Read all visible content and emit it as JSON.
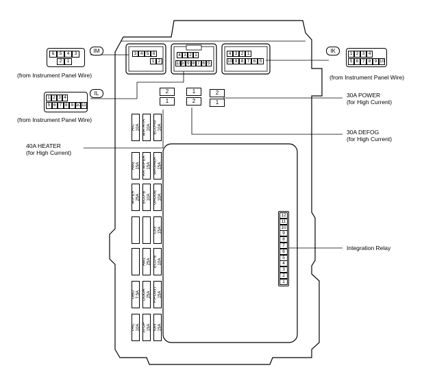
{
  "connectors": {
    "IM": {
      "code": "IM",
      "top_pins": [
        "6",
        "5",
        "4",
        "3"
      ],
      "bottom_pins": [
        "2",
        "1"
      ],
      "source": "(from Instrument Panel Wire)",
      "block_top": [
        "3",
        "4",
        "5",
        "6"
      ],
      "block_bottom": [
        "1",
        "2"
      ]
    },
    "IL": {
      "code": "IL",
      "top_pins": [
        "1",
        "2",
        "3",
        "4"
      ],
      "bottom_pins": [
        "5",
        "6",
        "7",
        "8",
        "9",
        "10",
        "11"
      ],
      "source": "(from Instrument Panel Wire)",
      "block_top": [
        "4",
        "3",
        "2",
        "1"
      ],
      "block_bottom": [
        "11",
        "10",
        "9",
        "8",
        "7",
        "6",
        "5"
      ]
    },
    "IK": {
      "code": "IK",
      "top_pins": [
        "1",
        "2",
        "3",
        "4"
      ],
      "bottom_pins": [
        "5",
        "6",
        "7",
        "8",
        "9",
        "10"
      ],
      "source": "(from Instrument Panel Wire)",
      "block_top": [
        "4",
        "3",
        "2",
        "1"
      ],
      "block_bottom": [
        "10",
        "9",
        "8",
        "7",
        "6",
        "5"
      ]
    }
  },
  "relays": {
    "heater": {
      "pins": [
        "2",
        "1"
      ],
      "name": "40A HEATER",
      "note": "(for High Current)"
    },
    "defog": {
      "pins": [
        "1",
        "2"
      ],
      "name": "30A DEFOG",
      "note": "(for High Current)"
    },
    "power": {
      "pins": [
        "2",
        "1"
      ],
      "name": "30A POWER",
      "note": "(for High Current)"
    }
  },
  "integration_relay": {
    "name": "Integration Relay",
    "pins": [
      "12",
      "11",
      "10",
      "9",
      "8",
      "7",
      "6",
      "5",
      "4",
      "3",
      "2",
      "1"
    ]
  },
  "fuses": [
    {
      "name": "A/C",
      "rating": "10A"
    },
    {
      "name": "MIR HTR",
      "rating": "10A"
    },
    {
      "name": "ECU-IG",
      "rating": "10A"
    },
    {
      "name": "AM2",
      "rating": "15A"
    },
    {
      "name": "RR WIPER",
      "rating": "15A"
    },
    {
      "name": "WASHER",
      "rating": "15A"
    },
    {
      "name": "WIPER",
      "rating": "25A"
    },
    {
      "name": "ECU-B",
      "rating": "10A"
    },
    {
      "name": "GAUGE",
      "rating": "10A"
    },
    {
      "name": "CIG",
      "rating": "15A"
    },
    {
      "name": "AM1",
      "rating": "25A"
    },
    {
      "name": "ECU-B",
      "rating": "10A"
    },
    {
      "name": "OBD",
      "rating": "7.5A"
    },
    {
      "name": "DOOR",
      "rating": "25A"
    },
    {
      "name": "P/POINT",
      "rating": "15A"
    },
    {
      "name": "TAIL",
      "rating": "10A"
    },
    {
      "name": "STOP",
      "rating": "15A"
    },
    {
      "name": "IGN",
      "rating": "15A"
    }
  ]
}
